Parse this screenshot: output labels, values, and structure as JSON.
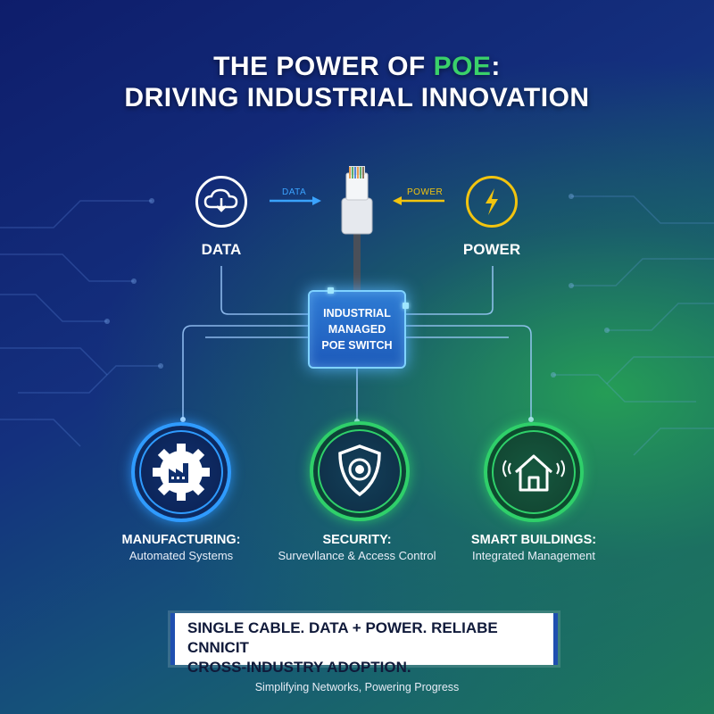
{
  "title": {
    "line1_prefix": "THE POWER OF ",
    "line1_accent": "POE",
    "line1_suffix": ":",
    "line2": "DRIVING INDUSTRIAL INNOVATION"
  },
  "inputs": {
    "data": {
      "label": "DATA",
      "arrow_label": "DATA",
      "icon": "cloud-download-icon",
      "color": "#3aa3ff"
    },
    "power": {
      "label": "POWER",
      "arrow_label": "POWER",
      "icon": "lightning-bolt-icon",
      "color": "#f2c40f"
    }
  },
  "switch": {
    "label": "INDUSTRIAL\nMANAGED\nPOE SWITCH",
    "icon": "ethernet-connector-icon"
  },
  "applications": [
    {
      "title": "MANUFACTURING:",
      "subtitle": "Automated Systems",
      "icon": "factory-gear-icon",
      "color": "#2f9bff"
    },
    {
      "title": "SECURITY:",
      "subtitle": "Survevllance & Access Control",
      "icon": "shield-camera-icon",
      "color": "#2fd06a"
    },
    {
      "title": "SMART BUILDINGS:",
      "subtitle": "Integrated Management",
      "icon": "smart-home-icon",
      "color": "#2fd06a"
    }
  ],
  "banner": {
    "line1": "SINGLE CABLE. DATA + POWER. RELIABE CNNICIT",
    "line2": "CROSS-INDUSTRY ADOPTION."
  },
  "footer": "Simplifying Networks, Powering Progress"
}
